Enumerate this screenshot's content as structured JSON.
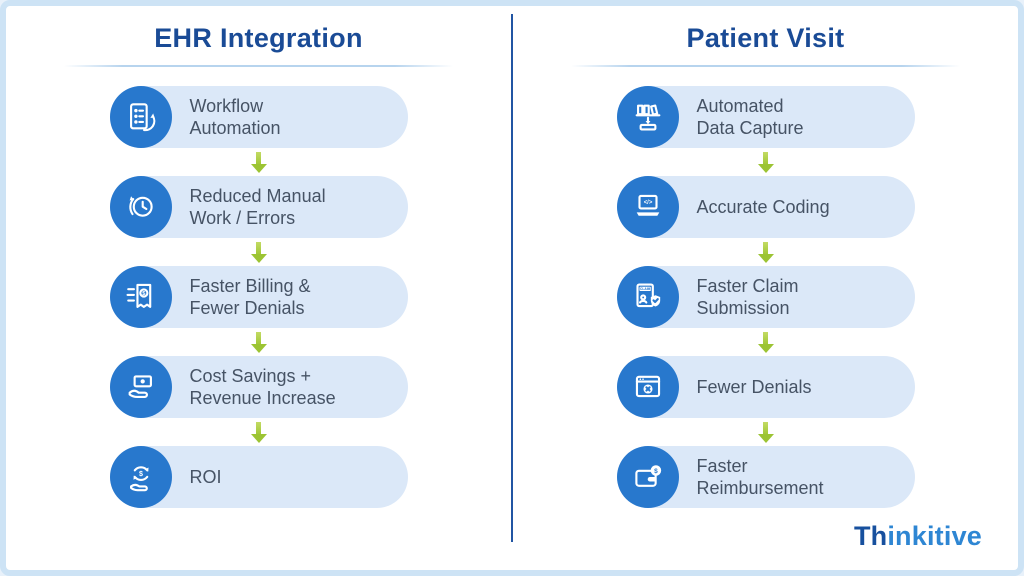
{
  "columns": [
    {
      "title": "EHR Integration",
      "items": [
        {
          "icon": "workflow-automation-icon",
          "lines": [
            "Workflow",
            "Automation"
          ]
        },
        {
          "icon": "reduced-manual-work-icon",
          "lines": [
            "Reduced Manual",
            "Work / Errors"
          ]
        },
        {
          "icon": "faster-billing-icon",
          "lines": [
            "Faster Billing &",
            "Fewer Denials"
          ]
        },
        {
          "icon": "cost-savings-icon",
          "lines": [
            "Cost Savings +",
            "Revenue Increase"
          ]
        },
        {
          "icon": "roi-icon",
          "lines": [
            "ROI"
          ]
        }
      ]
    },
    {
      "title": "Patient Visit",
      "items": [
        {
          "icon": "automated-data-capture-icon",
          "lines": [
            "Automated",
            "Data Capture"
          ]
        },
        {
          "icon": "accurate-coding-icon",
          "lines": [
            "Accurate Coding"
          ]
        },
        {
          "icon": "faster-claim-submission-icon",
          "lines": [
            "Faster Claim",
            "Submission"
          ]
        },
        {
          "icon": "fewer-denials-icon",
          "lines": [
            "Fewer Denials"
          ]
        },
        {
          "icon": "faster-reimbursement-icon",
          "lines": [
            "Faster",
            "Reimbursement"
          ]
        }
      ]
    }
  ],
  "icons": {
    "claim_label": "CLAIM",
    "code_label": "</>",
    "dollar": "$"
  },
  "logo": {
    "prefix": "Th",
    "suffix": "inkitive"
  },
  "colors": {
    "title": "#1a4b96",
    "divider": "#2155a3",
    "pill_bg": "#dbe8f8",
    "icon_circle": "#2878cd",
    "arrow_green": "#9cc433",
    "step_text": "#465365",
    "logo_dark": "#17509e",
    "logo_light": "#2e86d3",
    "border": "#cde3f5"
  }
}
